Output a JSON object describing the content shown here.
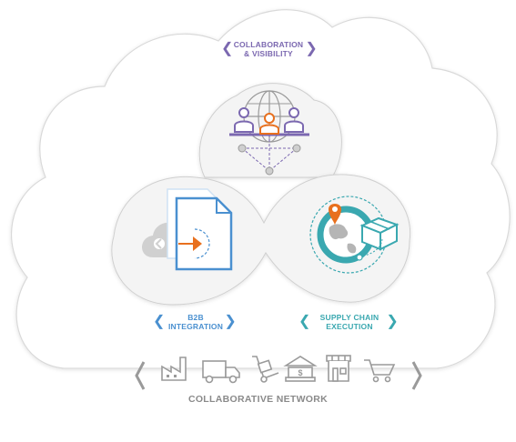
{
  "colors": {
    "purple": "#7b68b0",
    "blue": "#4a90d0",
    "teal": "#3aa8b0",
    "orange": "#e8701e",
    "gray": "#b5b5b5",
    "dark_gray": "#8a8a8a"
  },
  "top_label": {
    "line1": "COLLABORATION",
    "line2": "& VISIBILITY"
  },
  "left_label": {
    "line1": "B2B",
    "line2": "INTEGRATION"
  },
  "right_label": {
    "line1": "SUPPLY CHAIN",
    "line2": "EXECUTION"
  },
  "footer_label": "COLLABORATIVE NETWORK",
  "icons": {
    "top": "people-globe-icon",
    "left": "cloud-document-icon",
    "right": "globe-location-box-icon",
    "network": [
      "factory-icon",
      "truck-icon",
      "hand-truck-icon",
      "bank-icon",
      "store-icon",
      "shopping-cart-icon"
    ]
  }
}
